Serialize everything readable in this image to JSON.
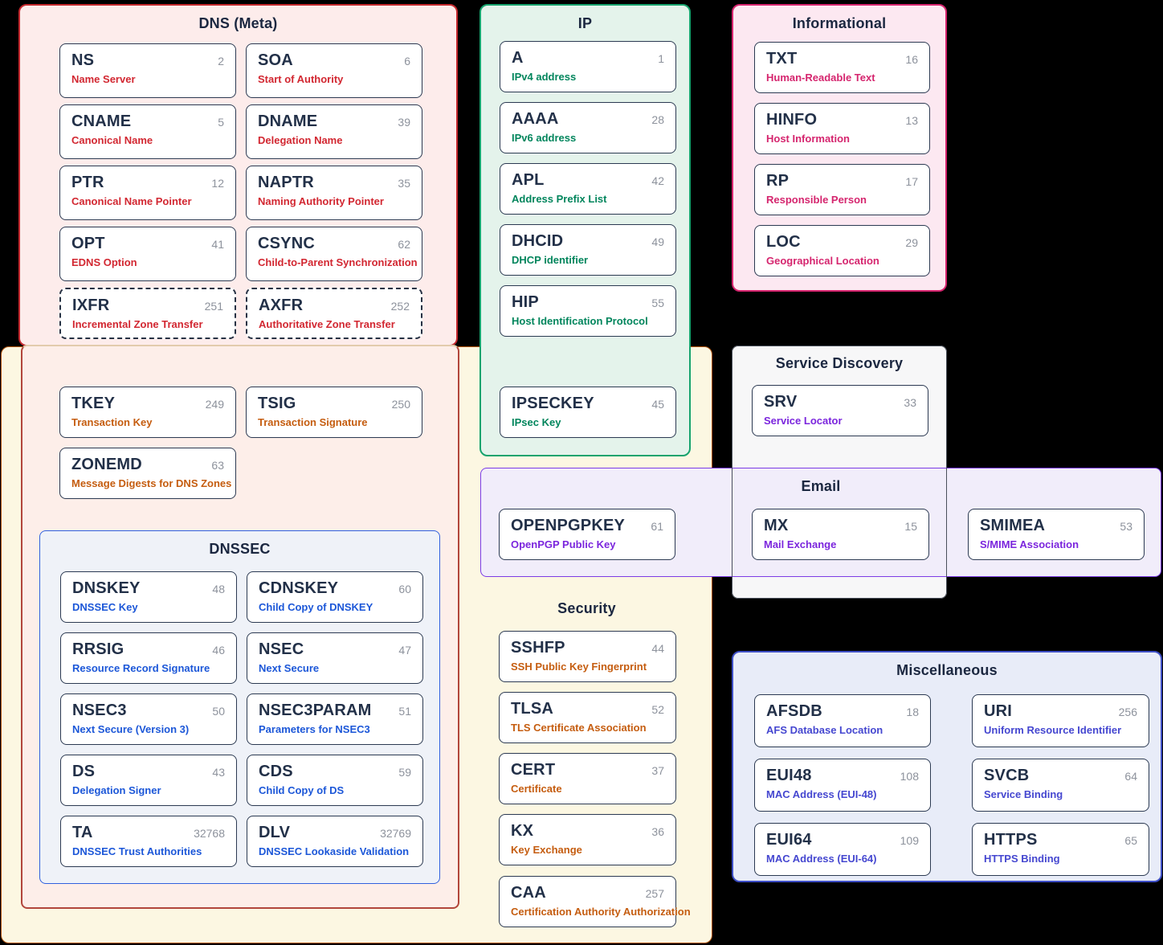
{
  "page": {
    "background": "#000000"
  },
  "colors": {
    "meta_border": "#c4292e",
    "meta_bg": "#fdeceb",
    "security_border": "#b0540e",
    "security_bg": "#fcf7e2",
    "meta_security_border": "#b2463c",
    "meta_security_bg": "#fdeee9",
    "dnssec_border": "#3061de",
    "dnssec_bg": "#eff2f8",
    "ip_border": "#16a36d",
    "ip_bg": "#e4f3eb",
    "info_border": "#d6256f",
    "info_bg": "#fce8f1",
    "sd_border": "#4a505b",
    "sd_bg": "#f7f7f8",
    "email_border": "#7c3ce5",
    "email_bg": "#f1edfa",
    "misc_border": "#3d4ec5",
    "misc_bg": "#e8ecf8",
    "card_border": "#2c3a52",
    "card_bg": "#ffffff",
    "record_name": "#223048",
    "record_number": "#8d929c"
  },
  "groups": {
    "dns_meta": {
      "title": "DNS (Meta)",
      "cards": [
        {
          "name": "NS",
          "number": "2",
          "desc": "Name Server"
        },
        {
          "name": "SOA",
          "number": "6",
          "desc": "Start of Authority"
        },
        {
          "name": "CNAME",
          "number": "5",
          "desc": "Canonical Name"
        },
        {
          "name": "DNAME",
          "number": "39",
          "desc": "Delegation Name"
        },
        {
          "name": "PTR",
          "number": "12",
          "desc": "Canonical Name Pointer"
        },
        {
          "name": "NAPTR",
          "number": "35",
          "desc": "Naming Authority Pointer"
        },
        {
          "name": "OPT",
          "number": "41",
          "desc": "EDNS Option"
        },
        {
          "name": "CSYNC",
          "number": "62",
          "desc": "Child-to-Parent Synchronization"
        },
        {
          "name": "IXFR",
          "number": "251",
          "desc": "Incremental Zone Transfer",
          "dashed": true
        },
        {
          "name": "AXFR",
          "number": "252",
          "desc": "Authoritative Zone Transfer",
          "dashed": true
        }
      ]
    },
    "meta_security": {
      "cards": [
        {
          "name": "TKEY",
          "number": "249",
          "desc": "Transaction Key"
        },
        {
          "name": "TSIG",
          "number": "250",
          "desc": "Transaction Signature"
        },
        {
          "name": "ZONEMD",
          "number": "63",
          "desc": "Message Digests for DNS Zones"
        }
      ]
    },
    "dnssec": {
      "title": "DNSSEC",
      "cards": [
        {
          "name": "DNSKEY",
          "number": "48",
          "desc": "DNSSEC Key"
        },
        {
          "name": "CDNSKEY",
          "number": "60",
          "desc": "Child Copy of DNSKEY"
        },
        {
          "name": "RRSIG",
          "number": "46",
          "desc": "Resource Record Signature"
        },
        {
          "name": "NSEC",
          "number": "47",
          "desc": "Next Secure"
        },
        {
          "name": "NSEC3",
          "number": "50",
          "desc": "Next Secure (Version 3)"
        },
        {
          "name": "NSEC3PARAM",
          "number": "51",
          "desc": "Parameters for NSEC3"
        },
        {
          "name": "DS",
          "number": "43",
          "desc": "Delegation Signer"
        },
        {
          "name": "CDS",
          "number": "59",
          "desc": "Child Copy of DS"
        },
        {
          "name": "TA",
          "number": "32768",
          "desc": "DNSSEC Trust Authorities"
        },
        {
          "name": "DLV",
          "number": "32769",
          "desc": "DNSSEC Lookaside Validation"
        }
      ]
    },
    "ip": {
      "title": "IP",
      "cards": [
        {
          "name": "A",
          "number": "1",
          "desc": "IPv4 address"
        },
        {
          "name": "AAAA",
          "number": "28",
          "desc": "IPv6 address"
        },
        {
          "name": "APL",
          "number": "42",
          "desc": "Address Prefix List"
        },
        {
          "name": "DHCID",
          "number": "49",
          "desc": "DHCP identifier"
        },
        {
          "name": "HIP",
          "number": "55",
          "desc": "Host Identification Protocol"
        },
        {
          "name": "IPSECKEY",
          "number": "45",
          "desc": "IPsec Key"
        }
      ]
    },
    "informational": {
      "title": "Informational",
      "cards": [
        {
          "name": "TXT",
          "number": "16",
          "desc": "Human-Readable Text"
        },
        {
          "name": "HINFO",
          "number": "13",
          "desc": "Host Information"
        },
        {
          "name": "RP",
          "number": "17",
          "desc": "Responsible Person"
        },
        {
          "name": "LOC",
          "number": "29",
          "desc": "Geographical Location"
        }
      ]
    },
    "service_discovery": {
      "title": "Service Discovery",
      "cards": [
        {
          "name": "SRV",
          "number": "33",
          "desc": "Service Locator"
        }
      ]
    },
    "email": {
      "title": "Email",
      "cards": [
        {
          "name": "OPENPGPKEY",
          "number": "61",
          "desc": "OpenPGP Public Key"
        },
        {
          "name": "MX",
          "number": "15",
          "desc": "Mail Exchange"
        },
        {
          "name": "SMIMEA",
          "number": "53",
          "desc": "S/MIME Association"
        }
      ]
    },
    "security": {
      "title": "Security",
      "cards": [
        {
          "name": "SSHFP",
          "number": "44",
          "desc": "SSH Public Key Fingerprint"
        },
        {
          "name": "TLSA",
          "number": "52",
          "desc": "TLS Certificate Association"
        },
        {
          "name": "CERT",
          "number": "37",
          "desc": "Certificate"
        },
        {
          "name": "KX",
          "number": "36",
          "desc": "Key Exchange"
        },
        {
          "name": "CAA",
          "number": "257",
          "desc": "Certification Authority Authorization"
        }
      ]
    },
    "misc": {
      "title": "Miscellaneous",
      "cards": [
        {
          "name": "AFSDB",
          "number": "18",
          "desc": "AFS Database Location"
        },
        {
          "name": "URI",
          "number": "256",
          "desc": "Uniform Resource Identifier"
        },
        {
          "name": "EUI48",
          "number": "108",
          "desc": "MAC Address (EUI-48)"
        },
        {
          "name": "SVCB",
          "number": "64",
          "desc": "Service Binding"
        },
        {
          "name": "EUI64",
          "number": "109",
          "desc": "MAC Address (EUI-64)"
        },
        {
          "name": "HTTPS",
          "number": "65",
          "desc": "HTTPS Binding"
        }
      ]
    }
  }
}
